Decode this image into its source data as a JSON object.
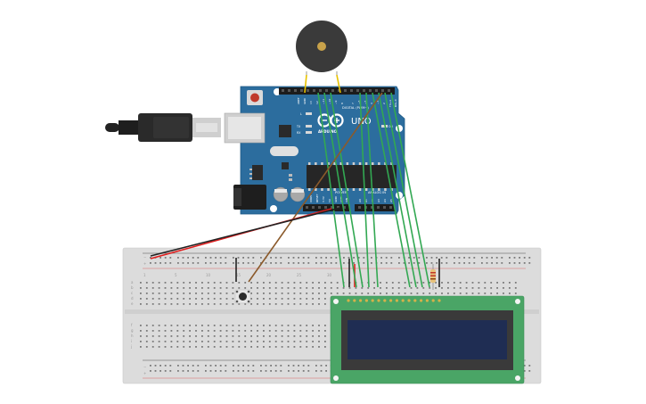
{
  "arduino": {
    "labels": {
      "aref": "AREF",
      "gnd": "GND",
      "digital": "DIGITAL (PWM~)",
      "uno": "UNO",
      "brand": "ARDUINO",
      "on": "ON",
      "tx": "TX",
      "rx": "RX",
      "l": "L",
      "power": "POWER",
      "analog": "ANALOG IN",
      "pin13": "13",
      "pin12": "12",
      "pin11": "~11",
      "pin10": "~10",
      "pin9": "~9",
      "pin8": "8",
      "pin7": "7",
      "pin6": "~6",
      "pin5": "~5",
      "pin4": "4",
      "pin3": "~3",
      "pin2": "2",
      "pin1": "TX→1",
      "pin0": "RX←0",
      "ioref": "IOREF",
      "reset": "RESET",
      "v33": "3.3V",
      "v5": "5V",
      "vin": "VIN",
      "a0": "A0",
      "a1": "A1",
      "a2": "A2",
      "a3": "A3",
      "a4": "A4",
      "a5": "A5"
    }
  },
  "breadboard": {
    "row_letters_top": [
      "a",
      "b",
      "c",
      "d",
      "e"
    ],
    "row_letters_bottom": [
      "f",
      "g",
      "h",
      "i",
      "j"
    ],
    "column_numbers": [
      "1",
      "5",
      "10",
      "15",
      "20",
      "25",
      "30"
    ],
    "rail_minus": "−",
    "rail_plus": "+"
  },
  "colors": {
    "arduino_board": "#2c6d9e",
    "breadboard": "#dcdcdc",
    "lcd_pcb": "#4aa566",
    "lcd_screen": "#1f2d53",
    "wire_green": "#32a852",
    "wire_red": "#e01e1e",
    "wire_black": "#222222",
    "wire_brown": "#8b5a2b",
    "buzzer": "#3a3a3a"
  }
}
